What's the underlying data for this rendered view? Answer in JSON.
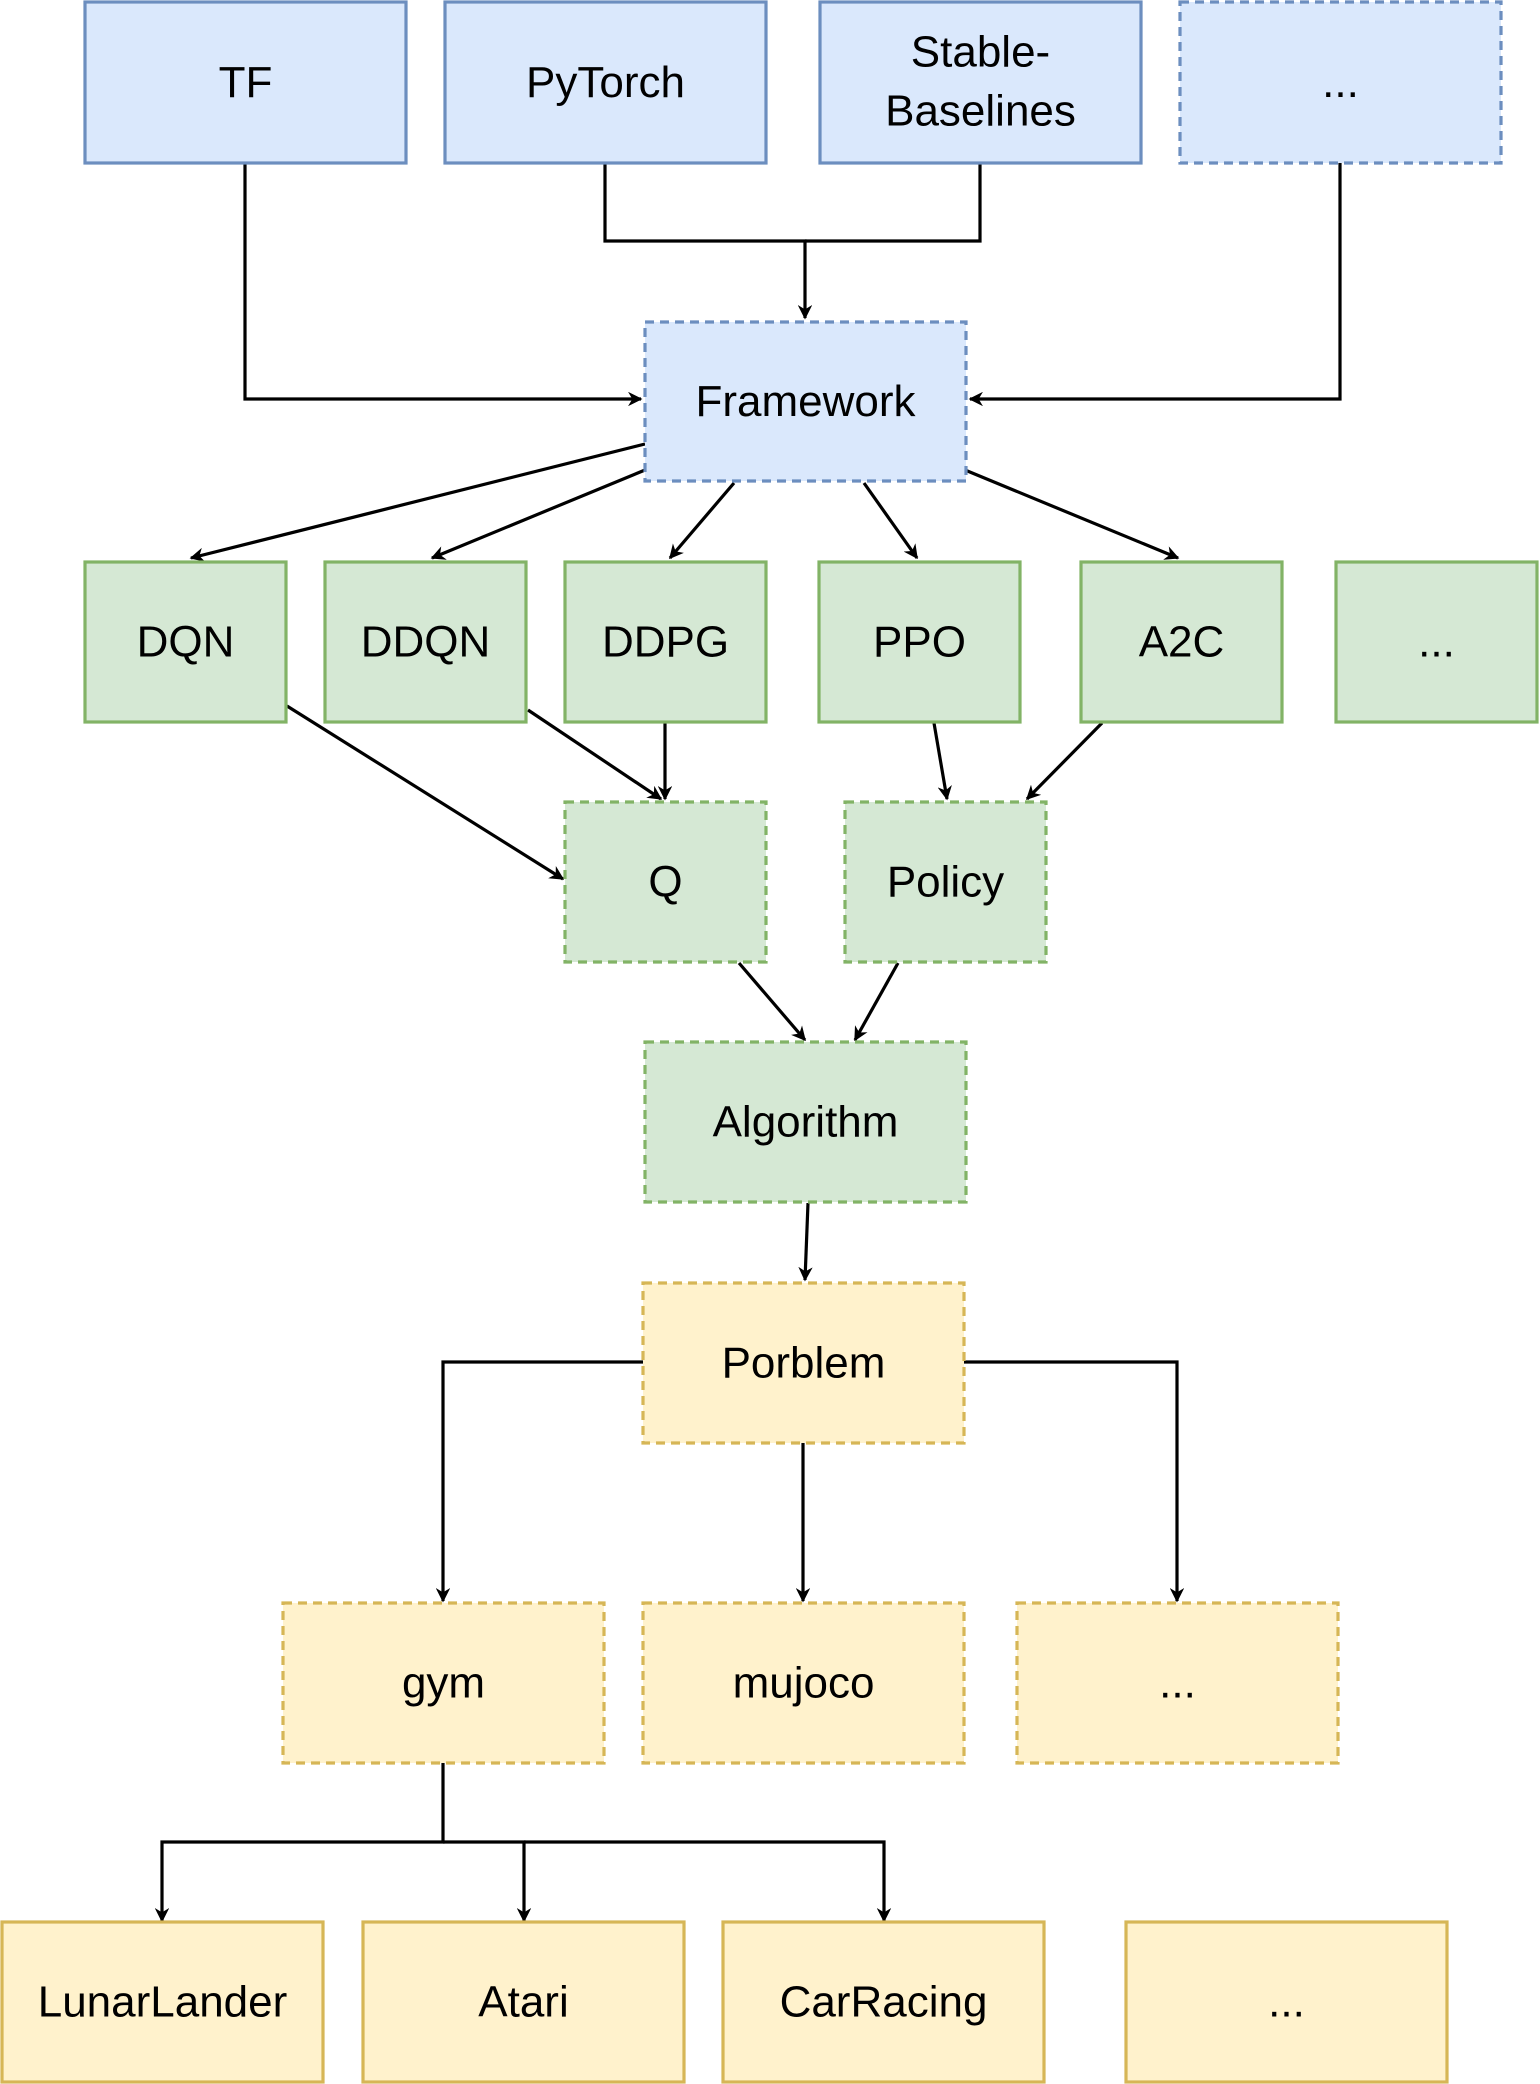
{
  "nodes": {
    "tf": "TF",
    "pytorch": "PyTorch",
    "stable_baselines_line1": "Stable-",
    "stable_baselines_line2": "Baselines",
    "framework_more": "...",
    "framework": "Framework",
    "dqn": "DQN",
    "ddqn": "DDQN",
    "ddpg": "DDPG",
    "ppo": "PPO",
    "a2c": "A2C",
    "algo_more": "...",
    "q": "Q",
    "policy": "Policy",
    "algorithm": "Algorithm",
    "problem": "Porblem",
    "gym": "gym",
    "mujoco": "mujoco",
    "problem_more": "...",
    "lunarlander": "LunarLander",
    "atari": "Atari",
    "carracing": "CarRacing",
    "env_more": "..."
  },
  "colors": {
    "blue_fill": "#dae8fc",
    "blue_stroke": "#6c8ebf",
    "green_fill": "#d5e8d4",
    "green_stroke": "#82b366",
    "yellow_fill": "#fff2cc",
    "yellow_stroke": "#d6b656",
    "edge": "#000000"
  }
}
